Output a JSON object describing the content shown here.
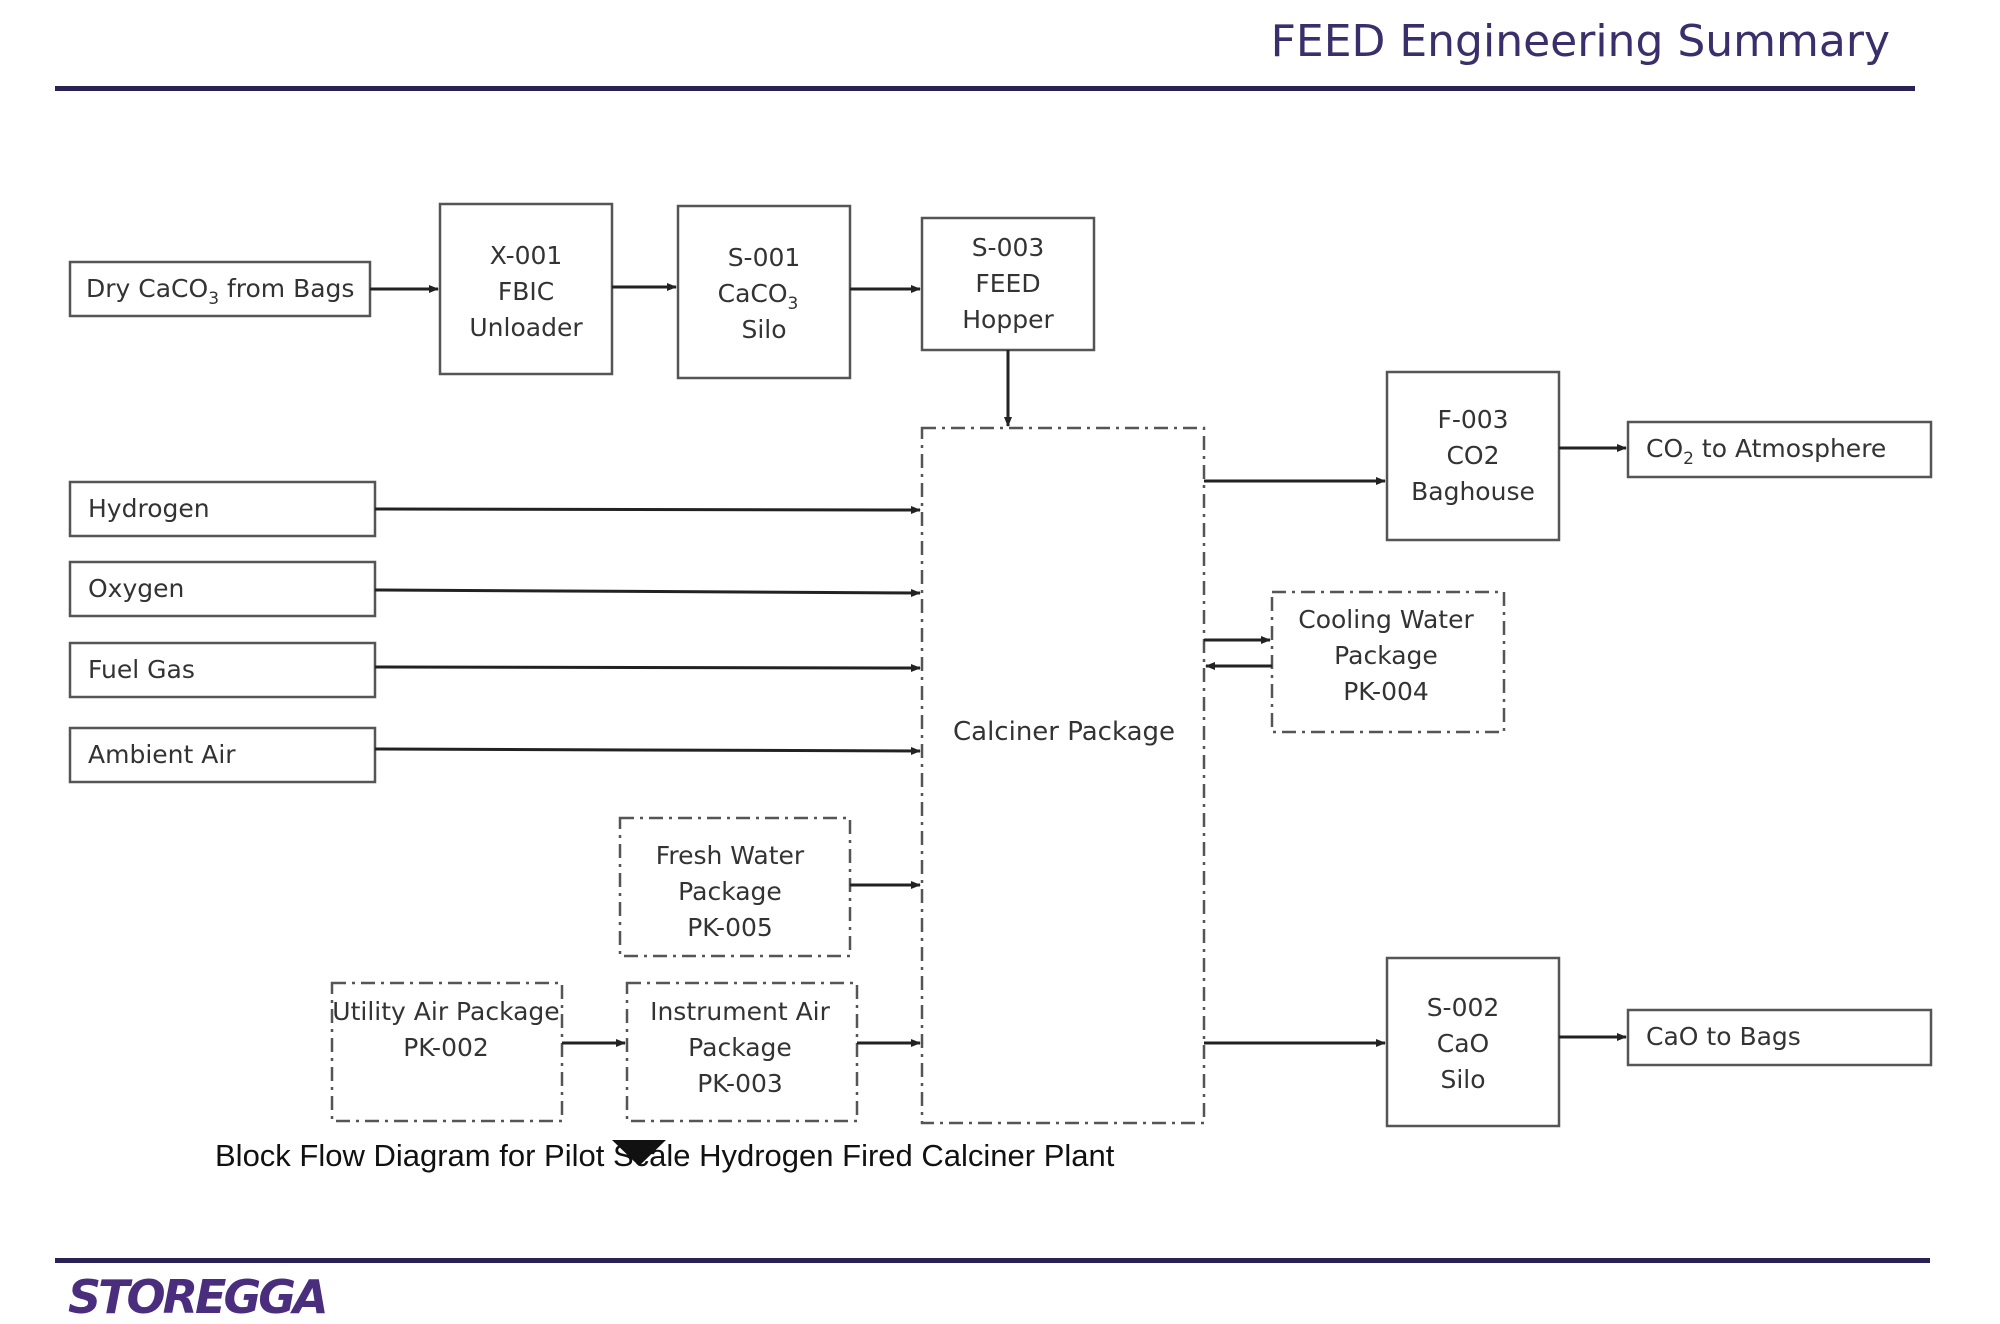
{
  "header": {
    "title": "FEED Engineering Summary"
  },
  "diagram": {
    "caption": "Block Flow Diagram for Pilot Scale Hydrogen Fired Calciner Plant",
    "inputs": {
      "dry_caco3": [
        "Dry CaCO",
        "3",
        " from Bags"
      ],
      "hydrogen": "Hydrogen",
      "oxygen": "Oxygen",
      "fuel_gas": "Fuel Gas",
      "ambient_air": "Ambient Air"
    },
    "units": {
      "x001": [
        "X-001",
        "FBIC",
        "Unloader"
      ],
      "s001": [
        "S-001",
        "CaCO",
        "3",
        "Silo"
      ],
      "s003": [
        "S-003",
        "FEED",
        "Hopper"
      ],
      "calciner": "Calciner Package",
      "f003": [
        "F-003",
        "CO2",
        "Baghouse"
      ],
      "s002": [
        "S-002",
        "CaO",
        "Silo"
      ],
      "pk004": [
        "Cooling Water",
        "Package",
        "PK-004"
      ],
      "pk005": [
        "Fresh Water",
        "Package",
        "PK-005"
      ],
      "pk002": [
        "Utility Air Package",
        "PK-002"
      ],
      "pk003": [
        "Instrument Air",
        "Package",
        "PK-003"
      ]
    },
    "outputs": {
      "co2_atm": [
        "CO",
        "2",
        " to Atmosphere"
      ],
      "cao_bags": "CaO to Bags"
    }
  },
  "footer": {
    "logo": "STOREGGA"
  },
  "colors": {
    "accent": "#3a2f6a",
    "rule": "#2a2155",
    "logo": "#4a2d7d",
    "line": "#333333"
  }
}
